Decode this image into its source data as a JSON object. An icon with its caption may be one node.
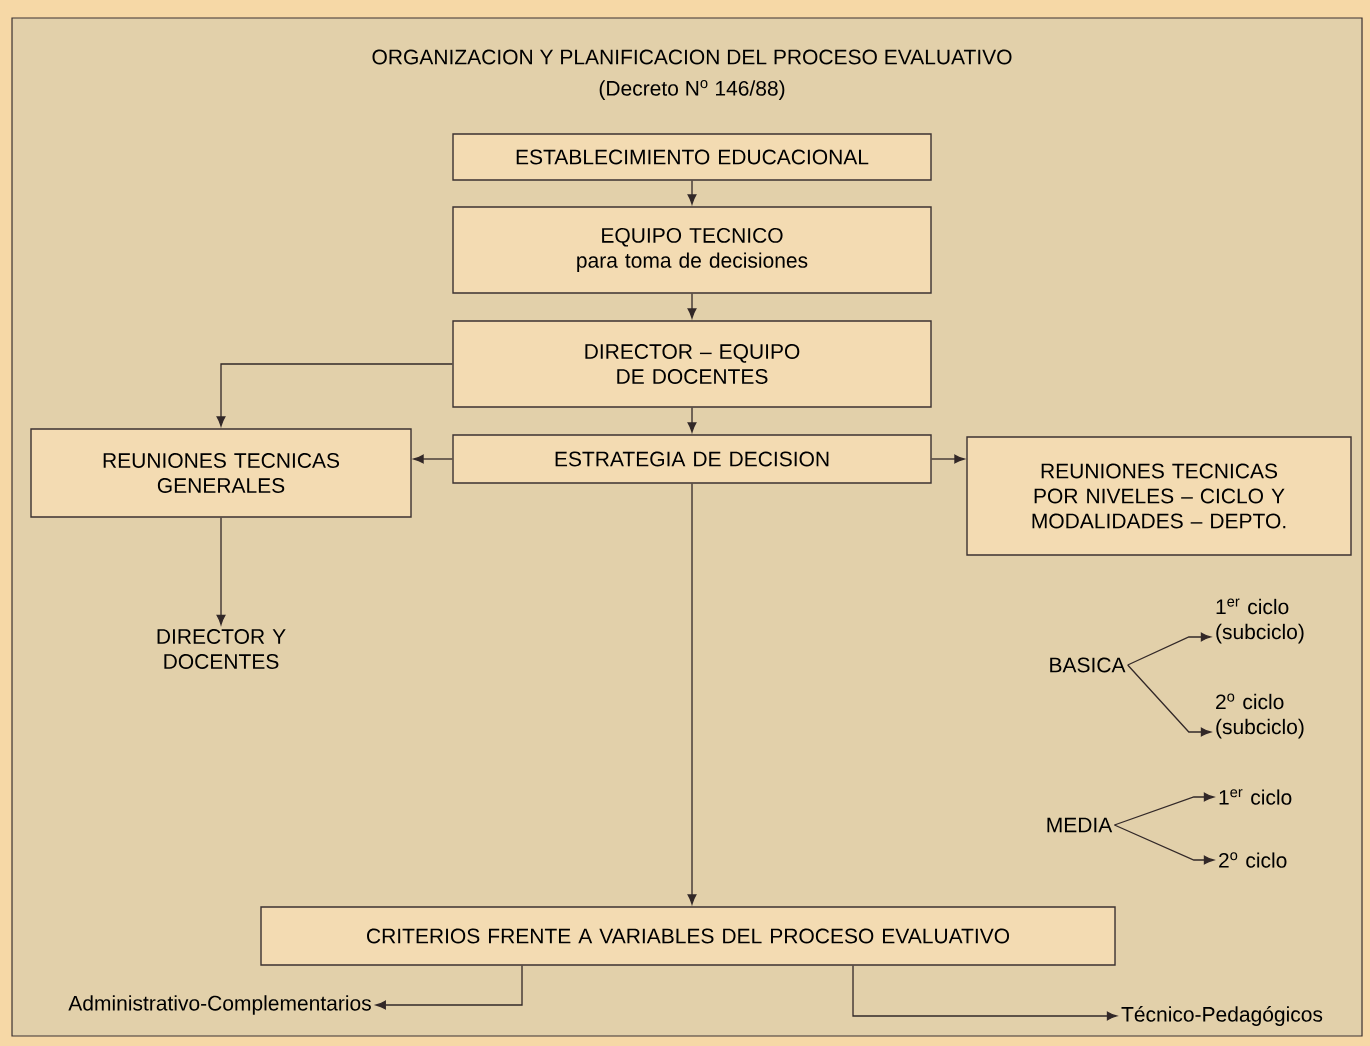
{
  "diagram": {
    "title": "ORGANIZACION Y PLANIFICACION DEL PROCESO EVALUATIVO",
    "nodes": [
      {
        "text": [
          "ESTABLECIMIENTO EDUCACIONAL"
        ]
      },
      {
        "text": [
          "EQUIPO TECNICO",
          "para toma de decisiones"
        ]
      },
      {
        "text": [
          "DIRECTOR – EQUIPO DE DOCENTES"
        ]
      },
      {
        "text": [
          "REUNIONES TECNICAS GENERALES"
        ]
      },
      {
        "text": [
          "ESTRATEGIA DE DECISION"
        ]
      },
      {
        "text": [
          "REUNIONES TECNICAS POR NIVELES – CICLO Y MODALIDADES – DEPTO."
        ]
      },
      {
        "text": [
          "DIRECTOR Y DOCENTES"
        ]
      },
      {
        "text": [
          "BASICA"
        ]
      },
      {
        "text": [
          "1$^{er}$ ciclo (subciclo)"
        ]
      },
      {
        "text": [
          "2$^{o}$ ciclo (subciclo)"
        ]
      },
      {
        "text": [
          "MEDIA"
        ]
      },
      {
        "text": [
          "1$^{er}$ ciclo"
        ]
      },
      {
        "text": [
          "2$^{o}$ ciclo"
        ]
      },
      {
        "text": [
          "CRITERIOS FRENTE A VARIABLES DEL PROCESO EVALUATIVO"
        ]
      },
      {
        "text": [
          "Administrativo-Complementarios"
        ]
      },
      {
        "text": [
          "Técnico-Pedagógicos"
        ]
      }
    ],
    "edges": [
      {
        "from": 0,
        "to": 1,
        "arrow": "to"
      },
      {
        "from": 1,
        "to": 2,
        "arrow": "to"
      },
      {
        "from": 2,
        "to": 3,
        "arrow": "to"
      },
      {
        "from": 2,
        "to": 4,
        "arrow": "to"
      },
      {
        "from": 4,
        "to": 3,
        "arrow": "to"
      },
      {
        "from": 4,
        "to": 5,
        "arrow": "to"
      },
      {
        "from": 3,
        "to": 6,
        "arrow": "to"
      },
      {
        "from": 4,
        "to": 13,
        "arrow": "to"
      },
      {
        "from": 7,
        "to": 8,
        "arrow": "to"
      },
      {
        "from": 7,
        "to": 9,
        "arrow": "to"
      },
      {
        "from": 10,
        "to": 11,
        "arrow": "to"
      },
      {
        "from": 10,
        "to": 12,
        "arrow": "to"
      },
      {
        "from": 13,
        "to": 14,
        "arrow": "to"
      },
      {
        "from": 13,
        "to": 15,
        "arrow": "to"
      }
    ],
    "labels": [
      "(Decreto N$^{o}$ 146/88)"
    ]
  }
}
